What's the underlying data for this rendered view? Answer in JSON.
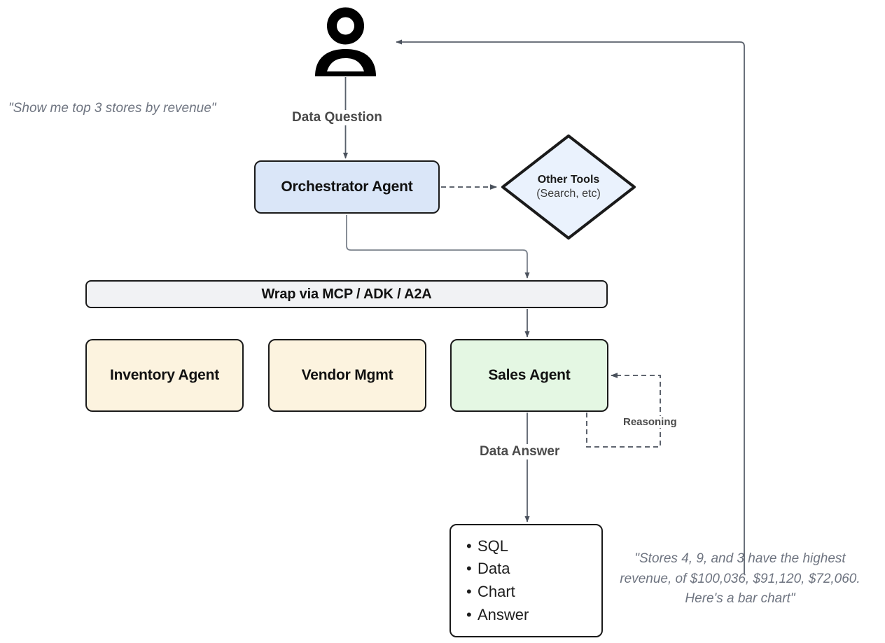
{
  "diagram": {
    "title": "Agentic data-analytics orchestration flow",
    "colors": {
      "orchestrator_fill": "#dae6f8",
      "tool_fill": "#eaf2fd",
      "wrapper_fill": "#f1f2f4",
      "domain_agent_fill": "#fcf3df",
      "active_agent_fill": "#e4f7e3",
      "output_fill": "#ffffff",
      "stroke": "#1a1a1a",
      "edge": "#59606b",
      "label_text": "#4a4a4a",
      "quote_text": "#6e7480"
    }
  },
  "actor": {
    "icon": "user-person-icon",
    "quote": "\"Show me top 3 stores by revenue\""
  },
  "nodes": {
    "orchestrator": {
      "title": "Orchestrator Agent"
    },
    "other_tools": {
      "title": "Other Tools",
      "subtitle": "(Search, etc)"
    },
    "wrapper": {
      "title": "Wrap via MCP / ADK / A2A"
    },
    "inventory_agent": {
      "title": "Inventory Agent"
    },
    "vendor_agent": {
      "title": "Vendor Mgmt"
    },
    "sales_agent": {
      "title": "Sales Agent"
    },
    "output": {
      "bullets": [
        "SQL",
        "Data",
        "Chart",
        "Answer"
      ]
    }
  },
  "edges": {
    "data_question": "Data Question",
    "data_answer": "Data Answer",
    "reasoning": "Reasoning"
  },
  "final_answer": {
    "line1": "\"Stores 4, 9, and 3 have the highest",
    "line2": "revenue, of $100,036, $91,120, $72,060.",
    "line3": "Here's a bar chart\""
  }
}
